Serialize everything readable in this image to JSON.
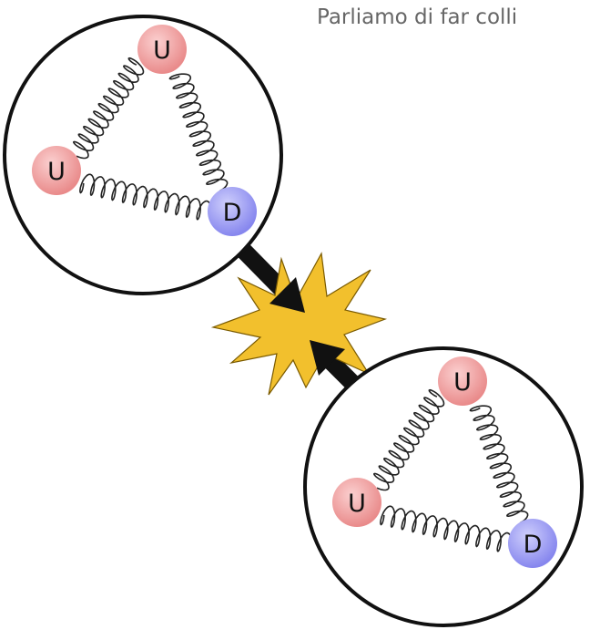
{
  "caption": "Parliamo di far colli",
  "protons": [
    {
      "name": "proton-top-left",
      "quarks": [
        {
          "role": "top",
          "label": "U",
          "color": "#f29b9b"
        },
        {
          "role": "left",
          "label": "U",
          "color": "#f29b9b"
        },
        {
          "role": "right",
          "label": "D",
          "color": "#9e9ef5"
        }
      ]
    },
    {
      "name": "proton-bottom-right",
      "quarks": [
        {
          "role": "top",
          "label": "U",
          "color": "#f29b9b"
        },
        {
          "role": "left",
          "label": "U",
          "color": "#f29b9b"
        },
        {
          "role": "right",
          "label": "D",
          "color": "#9e9ef5"
        }
      ]
    }
  ],
  "colors": {
    "circle_stroke": "#111111",
    "arrow": "#111111",
    "burst_fill": "#f2c02d",
    "burst_stroke": "#7a5a00",
    "spring": "#222222",
    "up_quark": "#f29b9b",
    "down_quark": "#9e9ef5"
  }
}
